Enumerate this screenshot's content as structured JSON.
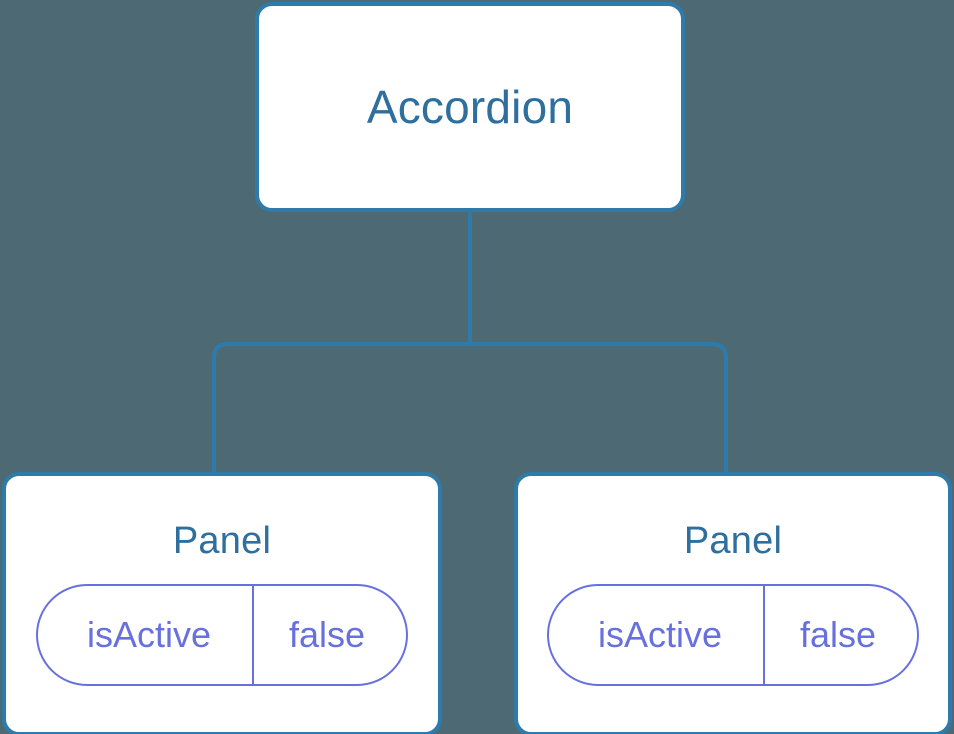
{
  "diagram": {
    "type": "component-tree",
    "background_color": "#4d6a74",
    "node_border_color": "#2e7bab",
    "node_text_color": "#2e6f9e",
    "prop_color": "#6770de",
    "connector_color": "#2e7bab",
    "root": {
      "label": "Accordion"
    },
    "children": [
      {
        "label": "Panel",
        "props": [
          {
            "key": "isActive",
            "value": "false"
          }
        ]
      },
      {
        "label": "Panel",
        "props": [
          {
            "key": "isActive",
            "value": "false"
          }
        ]
      }
    ]
  }
}
